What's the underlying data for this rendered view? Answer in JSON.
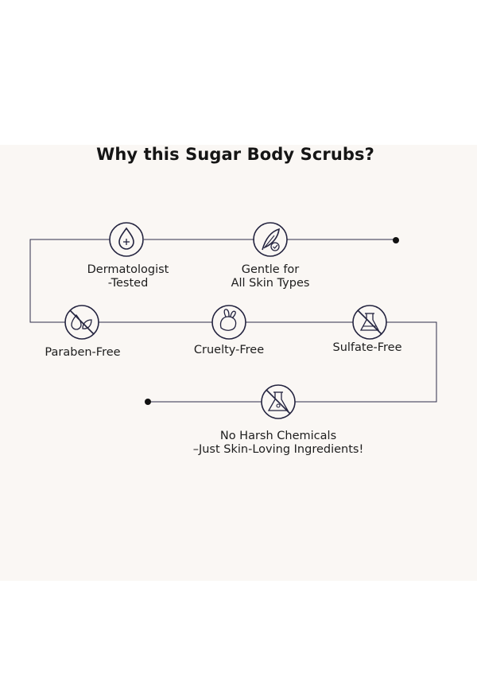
{
  "title": "Why this Sugar Body Scrubs?",
  "features": [
    {
      "icon": "droplet-plus-icon",
      "lines": [
        "Dermatologist",
        "-Tested"
      ]
    },
    {
      "icon": "feather-check-icon",
      "lines": [
        "Gentle for",
        "All Skin Types"
      ]
    },
    {
      "icon": "no-paraben-icon",
      "lines": [
        "Paraben-Free"
      ]
    },
    {
      "icon": "rabbit-icon",
      "lines": [
        "Cruelty-Free"
      ]
    },
    {
      "icon": "no-sulfate-flask-icon",
      "lines": [
        "Sulfate-Free"
      ]
    },
    {
      "icon": "no-chemicals-flask-icon",
      "lines": [
        "No Harsh Chemicals",
        "–Just Skin-Loving Ingredients!"
      ]
    }
  ],
  "colors": {
    "line": "#2e2e4a",
    "icon": "#23233f",
    "panel": "#faf7f4"
  }
}
